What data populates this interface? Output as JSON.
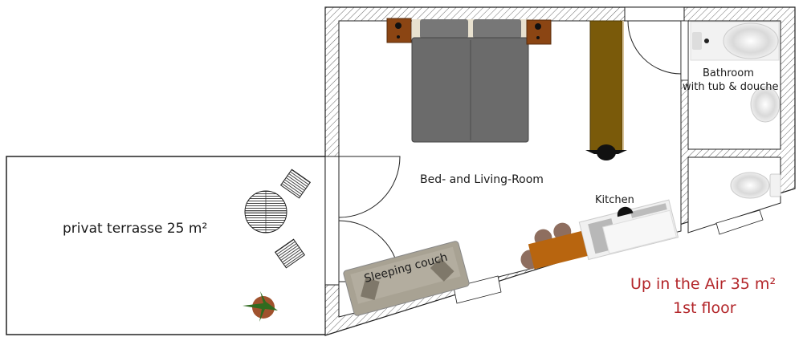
{
  "plan": {
    "title_line1": "Up in the Air 35 m²",
    "title_line2": "1st floor",
    "title_color": "#b3262a"
  },
  "rooms": {
    "terrace": "privat terrasse 25 m²",
    "bed_living": "Bed- and Living-Room",
    "kitchen": "Kitchen",
    "bathroom_line1": "Bathroom",
    "bathroom_line2": "with tub & douche",
    "couch": "Sleeping couch"
  },
  "colors": {
    "wall_hatch": "#555555",
    "bed": "#6b6b6b",
    "nightstand": "#8b4513",
    "wardrobe": "#7a5a0a",
    "couch": "#a8a293",
    "table": "#b8650f",
    "chairs_round": "#8e6e5f",
    "plant": "#2f6b1f"
  }
}
